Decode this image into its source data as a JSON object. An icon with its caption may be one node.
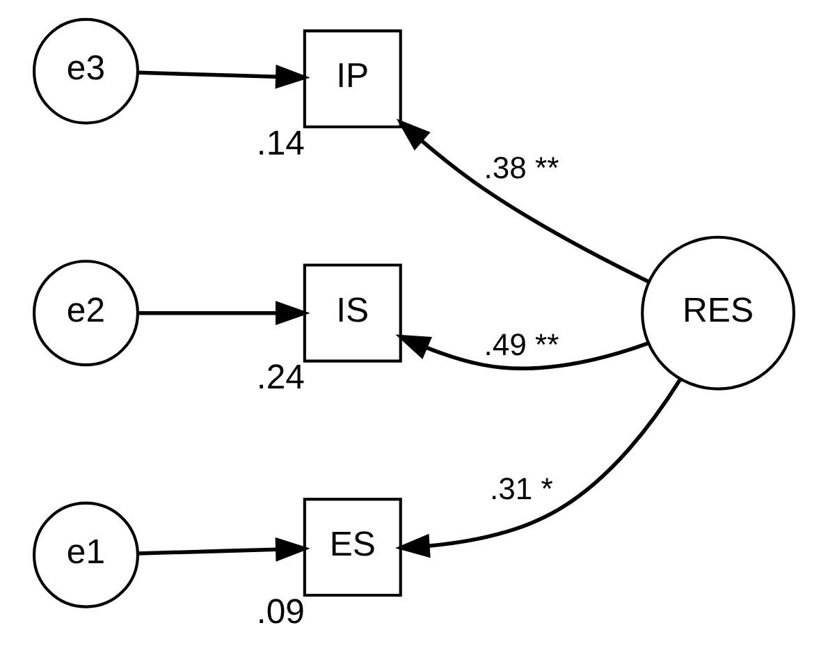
{
  "diagram": {
    "nodes": [
      {
        "text": [
          "e3"
        ]
      },
      {
        "text": [
          "IP"
        ],
        "beside": [
          ".14"
        ]
      },
      {
        "text": [
          "e2"
        ]
      },
      {
        "text": [
          "IS"
        ],
        "beside": [
          ".24"
        ]
      },
      {
        "text": [
          "e1"
        ]
      },
      {
        "text": [
          "ES"
        ],
        "beside": [
          ".09"
        ]
      },
      {
        "text": [
          "RES"
        ]
      }
    ],
    "edges": [
      {
        "from": 0,
        "to": 1,
        "arrow": "to"
      },
      {
        "from": 2,
        "to": 3,
        "arrow": "to"
      },
      {
        "from": 4,
        "to": 5,
        "arrow": "to"
      },
      {
        "from": 6,
        "to": 1,
        "arrow": "to",
        "label": ".38 **"
      },
      {
        "from": 6,
        "to": 3,
        "arrow": "to",
        "label": ".49 **"
      },
      {
        "from": 6,
        "to": 5,
        "arrow": "to",
        "label": ".31 *"
      }
    ]
  }
}
